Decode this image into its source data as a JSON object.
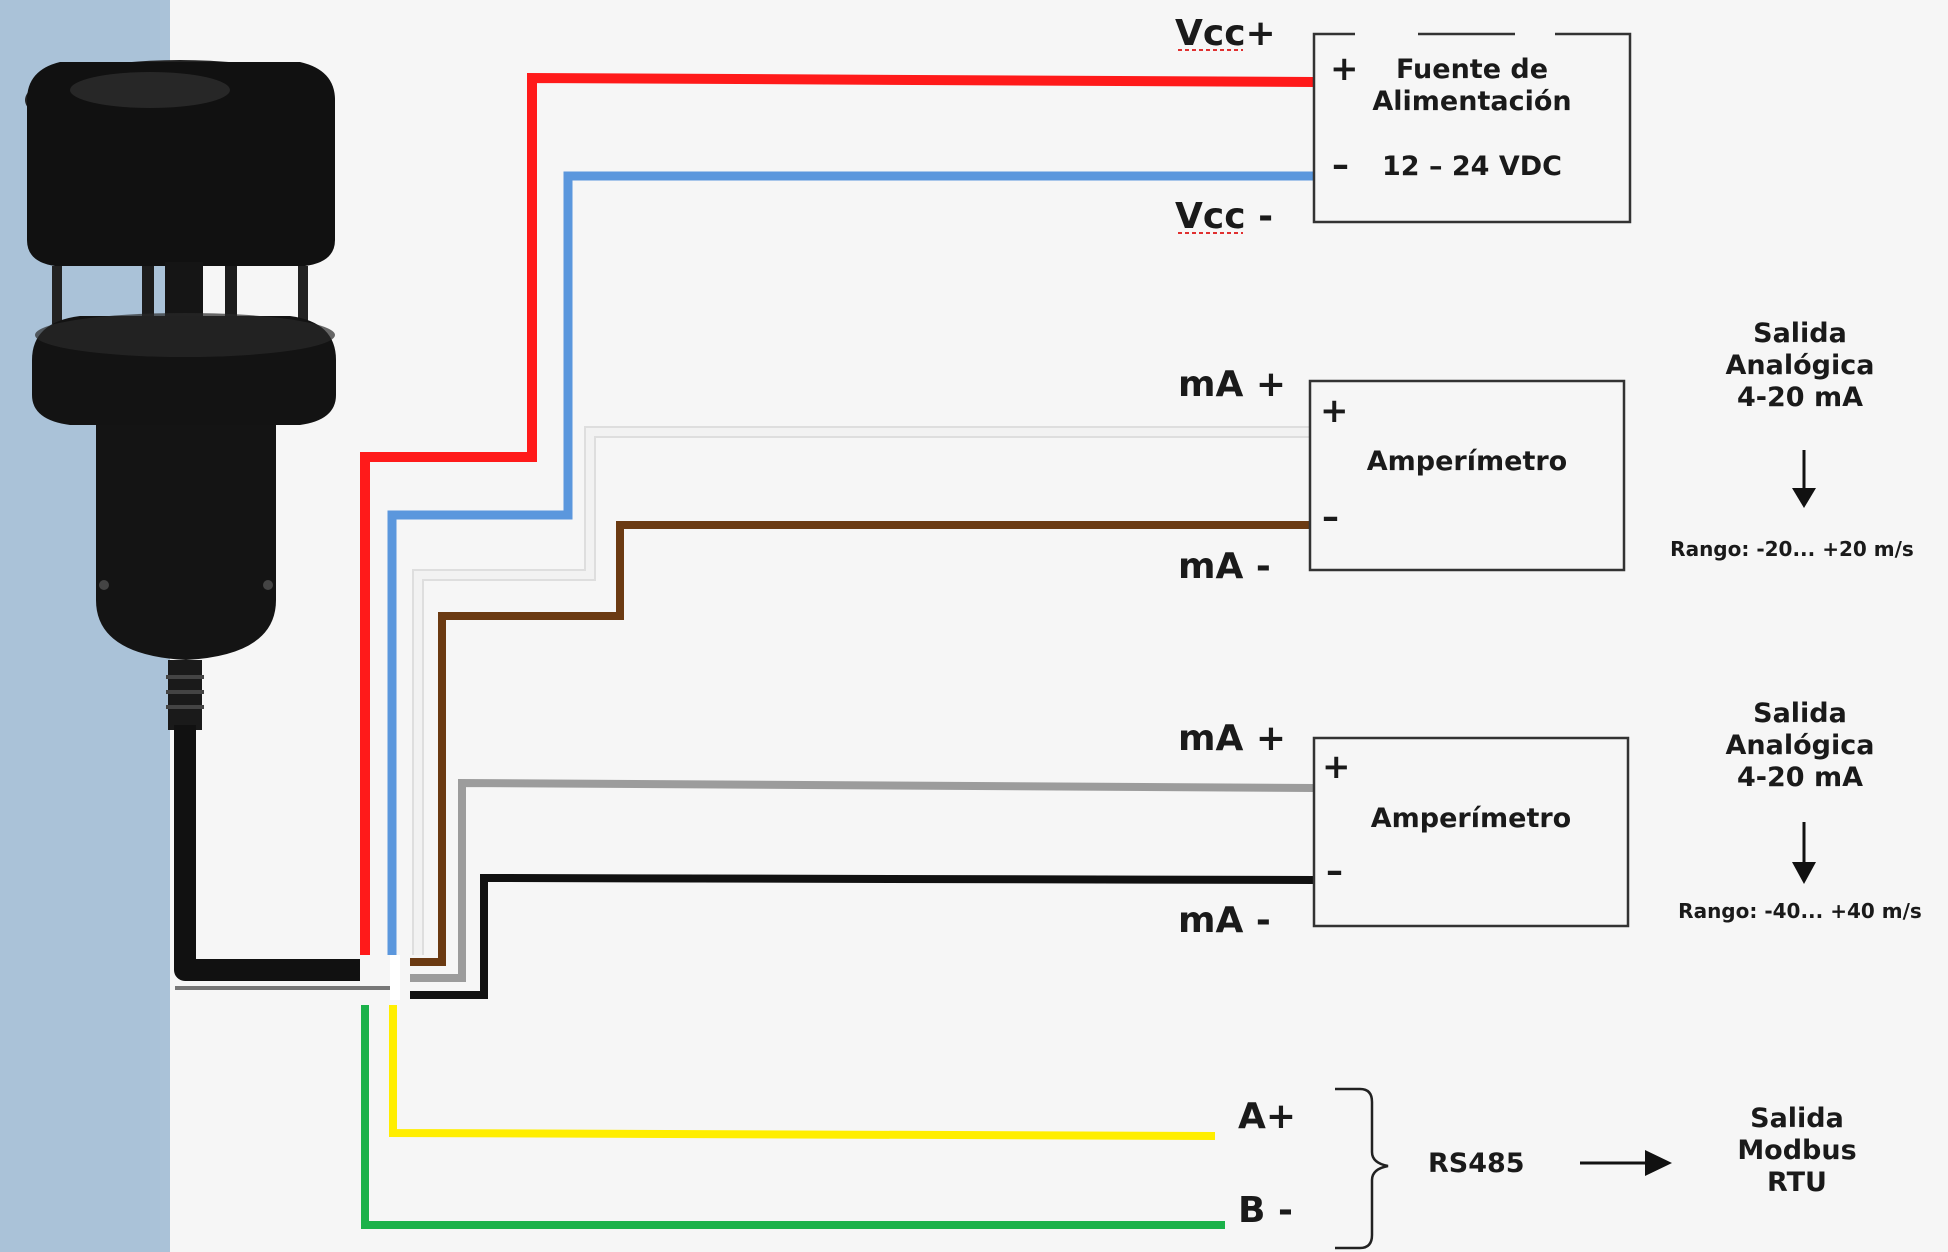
{
  "colors": {
    "side_panel": "#aac2d8",
    "background": "#f6f6f6",
    "vcc_plus": "#ff1a1a",
    "vcc_minus": "#5b97dd",
    "ma1_plus": "#f2f2f2",
    "ma1_minus": "#6b3a12",
    "ma2_plus": "#9c9c9c",
    "ma2_minus": "#111111",
    "rs485_a": "#ffee00",
    "rs485_b": "#1bb24a",
    "sensor_cable": "#111111"
  },
  "sensor": {
    "icon": "ultrasonic-anemometer-icon"
  },
  "wire_labels": {
    "vcc_plus": "Vcc+",
    "vcc_minus": "Vcc -",
    "ma1_plus": "mA +",
    "ma1_minus": "mA -",
    "ma2_plus": "mA +",
    "ma2_minus": "mA -",
    "rs485_a": "A+",
    "rs485_b": "B -"
  },
  "power_supply": {
    "plus": "+",
    "minus": "–",
    "title_line1": "Fuente de",
    "title_line2": "Alimentación",
    "voltage": "12 – 24 VDC"
  },
  "ammeter_1": {
    "plus": "+",
    "minus": "–",
    "title": "Amperímetro"
  },
  "ammeter_2": {
    "plus": "+",
    "minus": "–",
    "title": "Amperímetro"
  },
  "analog_output_1": {
    "line1": "Salida",
    "line2": "Analógica",
    "line3": "4-20 mA",
    "range": "Rango: -20... +20 m/s"
  },
  "analog_output_2": {
    "line1": "Salida",
    "line2": "Analógica",
    "line3": "4-20 mA",
    "range": "Rango: -40... +40 m/s"
  },
  "rs485": {
    "label": "RS485"
  },
  "modbus_output": {
    "line1": "Salida",
    "line2": "Modbus",
    "line3": "RTU"
  }
}
